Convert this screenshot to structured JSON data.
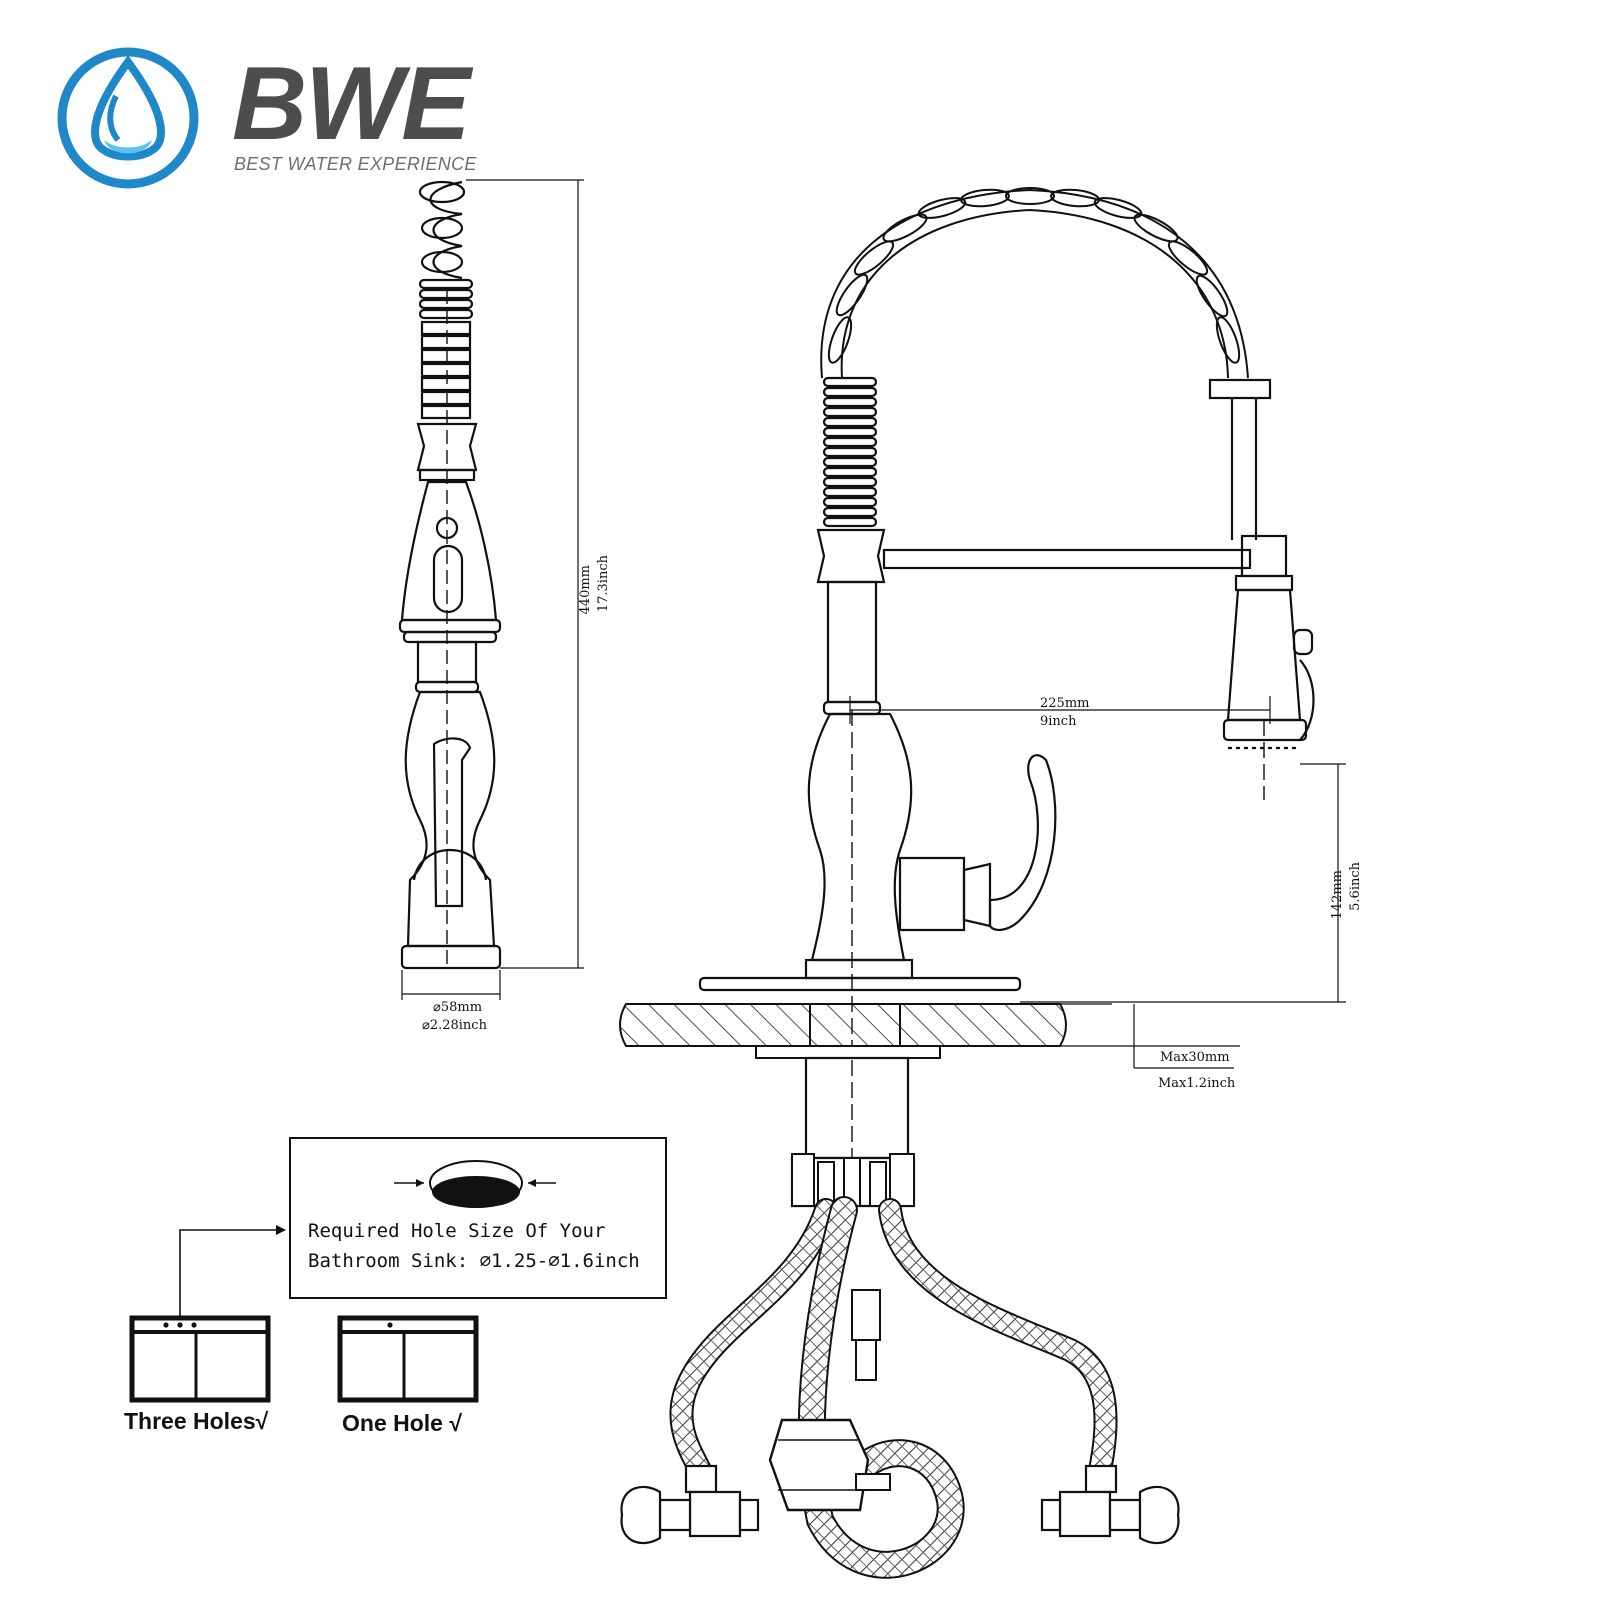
{
  "brand": {
    "name": "BWE",
    "tagline": "BEST WATER EXPERIENCE",
    "colors": {
      "blue": "#1e88c9",
      "light_blue": "#5cc3ea",
      "gray": "#4d4d4f"
    }
  },
  "dimensions": {
    "total_height_mm": "440mm",
    "total_height_in": "17.3inch",
    "base_diameter_mm": "⌀58mm",
    "base_diameter_in": "⌀2.28inch",
    "spout_reach_mm": "225mm",
    "spout_reach_in": "9inch",
    "spout_height_mm": "142mm",
    "spout_height_in": "5.6inch",
    "deck_thickness_mm": "Max30mm",
    "deck_thickness_in": "Max1.2inch"
  },
  "hole_note": {
    "line1": "Required Hole Size Of Your",
    "line2": "Bathroom Sink: ⌀1.25-⌀1.6inch"
  },
  "sink_options": [
    {
      "label": "Three Holes√"
    },
    {
      "label": "One Hole √"
    }
  ]
}
